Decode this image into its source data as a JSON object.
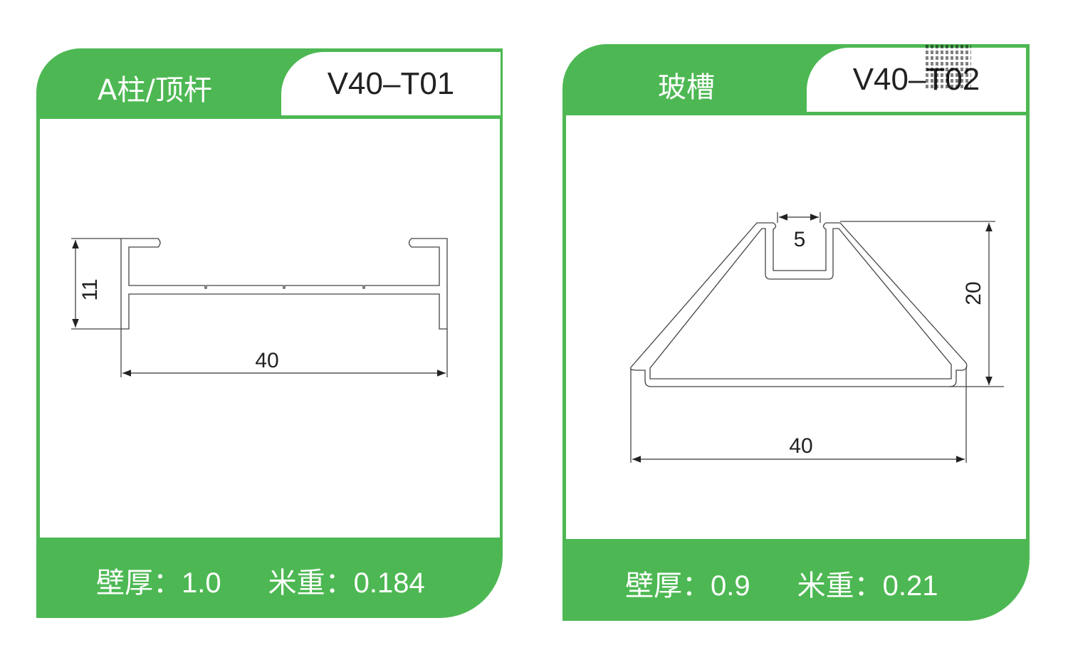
{
  "cards": [
    {
      "name": "A柱/顶杆",
      "code": "V40–T01",
      "wall_label": "壁厚：",
      "wall_value": "1.0",
      "weight_label": "米重：",
      "weight_value": "0.184",
      "dims": {
        "width": "40",
        "height": "11"
      }
    },
    {
      "name": "玻槽",
      "code": "V40–T02",
      "wall_label": "壁厚：",
      "wall_value": "0.9",
      "weight_label": "米重：",
      "weight_value": "0.21",
      "dims": {
        "width": "40",
        "height": "20",
        "slot": "5"
      }
    }
  ],
  "colors": {
    "brand_green": "#4db853"
  }
}
